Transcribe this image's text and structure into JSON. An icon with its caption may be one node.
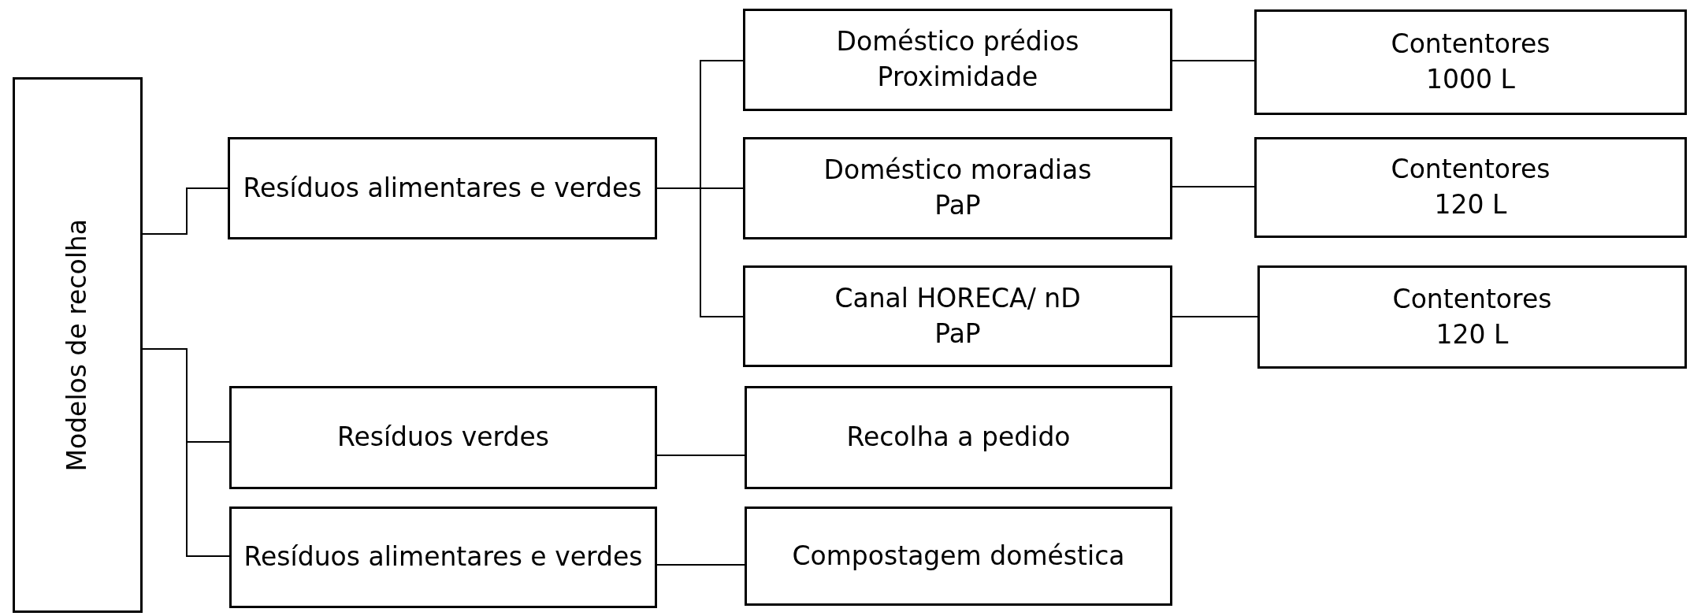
{
  "diagram": {
    "nodes": [
      {
        "text": [
          "Modelos de recolha"
        ]
      },
      {
        "text": [
          "Resíduos alimentares e verdes"
        ]
      },
      {
        "text": [
          "Doméstico prédios",
          "Proximidade"
        ]
      },
      {
        "text": [
          "Contentores",
          "1000 L"
        ]
      },
      {
        "text": [
          "Doméstico moradias",
          "PaP"
        ]
      },
      {
        "text": [
          "Contentores",
          "120 L"
        ]
      },
      {
        "text": [
          "Canal HORECA/ nD",
          "PaP"
        ]
      },
      {
        "text": [
          "Contentores",
          "120 L"
        ]
      },
      {
        "text": [
          "Resíduos verdes"
        ]
      },
      {
        "text": [
          "Recolha a pedido"
        ]
      },
      {
        "text": [
          "Resíduos alimentares e verdes"
        ]
      },
      {
        "text": [
          "Compostagem doméstica"
        ]
      }
    ],
    "edges": [
      {
        "from": 0,
        "to": 1,
        "arrow": "none"
      },
      {
        "from": 0,
        "to": 8,
        "arrow": "none"
      },
      {
        "from": 0,
        "to": 10,
        "arrow": "none"
      },
      {
        "from": 1,
        "to": 2,
        "arrow": "none"
      },
      {
        "from": 1,
        "to": 4,
        "arrow": "none"
      },
      {
        "from": 1,
        "to": 6,
        "arrow": "none"
      },
      {
        "from": 2,
        "to": 3,
        "arrow": "none"
      },
      {
        "from": 4,
        "to": 5,
        "arrow": "none"
      },
      {
        "from": 6,
        "to": 7,
        "arrow": "none"
      },
      {
        "from": 8,
        "to": 9,
        "arrow": "none"
      },
      {
        "from": 10,
        "to": 11,
        "arrow": "none"
      }
    ]
  }
}
